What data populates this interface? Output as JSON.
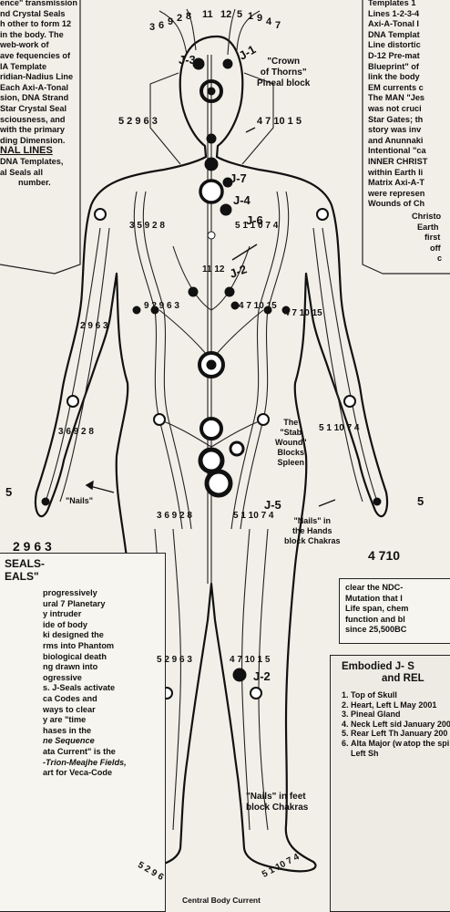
{
  "left_top_text": {
    "lines": [
      "ence\" transmission",
      "nd Crystal Seals",
      "h other to form 12",
      "in the body. The",
      "web-work of",
      "ave fequencies of",
      "IA Template",
      "ridian-Nadius Line",
      "Each Axi-A-Tonal",
      "sion, DNA Strand",
      "Star Crystal Seal",
      "sciousness, and",
      "with the primary",
      "ding Dimension."
    ],
    "heading": "NAL LINES",
    "after_lines": [
      "DNA Templates,",
      "al Seals all",
      "number."
    ]
  },
  "right_top_text": {
    "lines": [
      "Templates 1",
      "Lines 1-2-3-4",
      "Axi-A-Tonal I",
      "DNA Templat",
      "Line distortic",
      "D-12 Pre-mat",
      "Blueprint\" of",
      "link the body",
      "EM currents c",
      "The MAN \"Jes",
      "was not cruci",
      "Star Gates; th",
      "story was inv",
      "and Anunnaki",
      "Intentional \"ca",
      "INNER CHRIST",
      "within Earth li",
      "Matrix Axi-A-T",
      "were represen",
      "Wounds of Ch"
    ],
    "tail_lines": [
      "Christo",
      "Earth",
      "first",
      "off",
      "c"
    ]
  },
  "left_box": {
    "title_lines": [
      "SEALS-",
      "EALS\""
    ],
    "lines": [
      "progressively",
      "ural 7 Planetary",
      "y intruder",
      "ide of body",
      "ki  designed the",
      "rms into Phantom",
      "biological death",
      "ng drawn into",
      "ogressive",
      "s. J-Seals activate",
      "ca Codes and",
      "ways to clear",
      "y are \"time",
      "hases in the",
      "ne Sequence",
      "ata Current\" is the",
      "-Trion-Meajhe Fields,",
      "art for Veca-Code"
    ]
  },
  "right_mid_box": {
    "lines": [
      "clear the NDC-",
      "Mutation  that l",
      "Life span, chem",
      "function and bl",
      "since 25,500BC"
    ]
  },
  "right_list_box": {
    "title_lines": [
      "Embodied J- S",
      "and  REL"
    ],
    "items": [
      "Top of Skull",
      "Heart, Left L May 2001",
      "Pineal Gland",
      "Neck Left sid January 200",
      "Rear Left Th January 200",
      "Alta Major (w atop the spi and Left Sh"
    ]
  },
  "labels": {
    "crown_of_thorns": [
      "\"Crown",
      "of Thorns\"",
      "Pineal block"
    ],
    "stab_wound": [
      "The",
      "\"Stab",
      "Wound\"",
      "Blocks",
      "Spleen"
    ],
    "nails_hands": [
      "\"Nails\" in",
      "the Hands",
      "block Chakras"
    ],
    "nails_left": "\"Nails\"",
    "nails_feet": [
      "\"Nails\" in feet",
      "block Chakras"
    ],
    "central_body_current": "Central Body Current"
  },
  "j_labels": [
    "J-3",
    "J-1",
    "J-7",
    "J-4",
    "J-6",
    "J-2",
    "J-5",
    "J-2"
  ],
  "numbers": {
    "top_row": [
      "3",
      "6",
      "9",
      "2",
      "8",
      "11",
      "12",
      "5",
      "1",
      "9",
      "4",
      "7"
    ],
    "head_left": "5 2 9 6 3",
    "head_right": "4 7 10 1 5",
    "shoulder_left": "3   5   9   2   8",
    "shoulder_right": "5 1   1 0  7 4",
    "center_11_12": "11 12",
    "chest_left": "9 2 9 6   3",
    "chest_right": "4 7   10 15",
    "arm_left": "2 9 6 3",
    "arm_right": "4 7 10 15",
    "forearm_left": "3 6 9 2 8",
    "forearm_right": "5 1 10 7 4",
    "belly_left": "3 6   9   2   8",
    "belly_right": "5 1  10  7  4",
    "knee_left": "5 2 9 6 3",
    "knee_right": "4 7 10 1 5",
    "hand_left_a": "5",
    "hand_left_b": "2 9 6 3",
    "hand_right_a": "5",
    "hand_right_b": "4 710",
    "feet_left": "5 2 9 6",
    "feet_right": "5 1 10 7 4"
  }
}
